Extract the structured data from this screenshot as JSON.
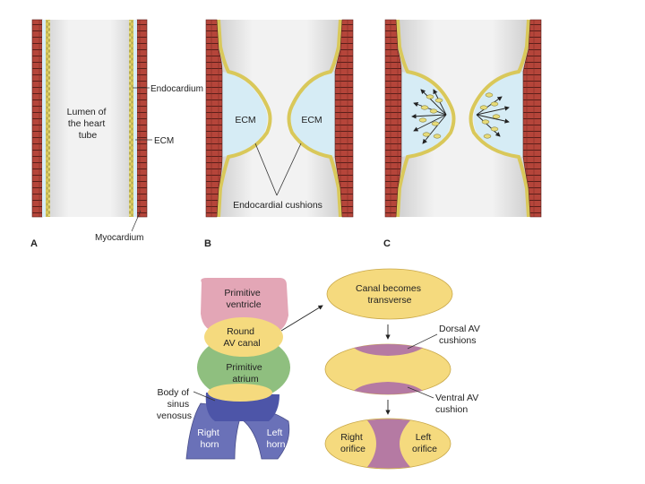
{
  "panel_a": {
    "letter": "A",
    "lumen_line1": "Lumen of",
    "lumen_line2": "the heart",
    "lumen_line3": "tube",
    "endocardium": "Endocardium",
    "ecm": "ECM",
    "myocardium": "Myocardium"
  },
  "panel_b": {
    "letter": "B",
    "ecm_left": "ECM",
    "ecm_right": "ECM",
    "cushions": "Endocardial cushions"
  },
  "panel_c": {
    "letter": "C"
  },
  "lower": {
    "primitive_ventricle_1": "Primitive",
    "primitive_ventricle_2": "ventricle",
    "round_av_1": "Round",
    "round_av_2": "AV canal",
    "primitive_atrium_1": "Primitive",
    "primitive_atrium_2": "atrium",
    "body_sinus_1": "Body of",
    "body_sinus_2": "sinus",
    "body_sinus_3": "venosus",
    "right_horn_1": "Right",
    "right_horn_2": "horn",
    "left_horn_1": "Left",
    "left_horn_2": "horn",
    "canal_1": "Canal becomes",
    "canal_2": "transverse",
    "dorsal_1": "Dorsal AV",
    "dorsal_2": "cushions",
    "ventral_1": "Ventral AV",
    "ventral_2": "cushion",
    "right_orifice_1": "Right",
    "right_orifice_2": "orifice",
    "left_orifice_1": "Left",
    "left_orifice_2": "orifice"
  },
  "colors": {
    "myocardium": "#b5453a",
    "ecm": "#d6ecf5",
    "endocardium": "#e8dc7a",
    "ventricle": "#e3a6b6",
    "canal": "#f5da7e",
    "atrium": "#8fbf7f",
    "sinus": "#5a62b0",
    "cushion": "#b57aa3"
  }
}
